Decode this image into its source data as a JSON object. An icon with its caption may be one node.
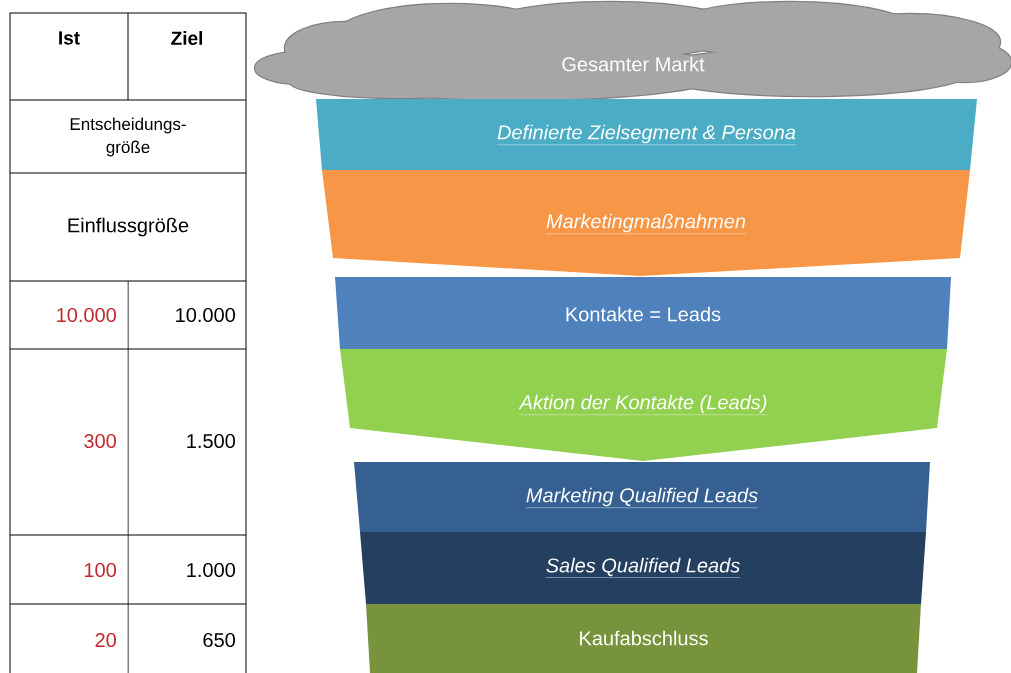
{
  "diagram": {
    "nodes": [
      {
        "text": [
          "Gesamter Markt"
        ]
      },
      {
        "text": [
          "Definierte Zielsegment & Persona"
        ]
      },
      {
        "text": [
          "Marketingmaßnahmen"
        ]
      },
      {
        "text": [
          "Kontakte = Leads"
        ]
      },
      {
        "text": [
          "Aktion der Kontakte (Leads)"
        ]
      },
      {
        "text": [
          "Marketing Qualified Leads"
        ]
      },
      {
        "text": [
          "Sales Qualified Leads"
        ]
      },
      {
        "text": [
          "Kaufabschluss"
        ]
      }
    ],
    "labels": [
      "Ist",
      "Ziel",
      "Entscheidungs- größe",
      "Einflussgröße",
      "10.000",
      "10.000",
      "300",
      "1.500",
      "100",
      "1.000",
      "20",
      "650"
    ]
  }
}
